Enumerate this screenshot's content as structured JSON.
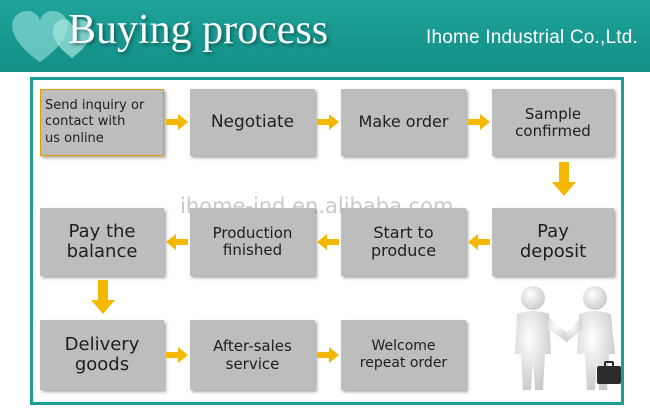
{
  "header": {
    "title": "Buying process",
    "company": "Ihome Industrial Co.,Ltd."
  },
  "watermark": "ihome-ind.en.alibaba.com",
  "steps": [
    {
      "label": "Send inquiry or\ncontact with\nus online"
    },
    {
      "label": "Negotiate"
    },
    {
      "label": "Make order"
    },
    {
      "label": "Sample\nconfirmed"
    },
    {
      "label": "Pay\ndeposit"
    },
    {
      "label": "Start to\nproduce"
    },
    {
      "label": "Production\nfinished"
    },
    {
      "label": "Pay the\nbalance"
    },
    {
      "label": "Delivery\ngoods"
    },
    {
      "label": "After-sales\nservice"
    },
    {
      "label": "Welcome\nrepeat order"
    }
  ],
  "colors": {
    "banner": "#1a9e96",
    "box": "#bdbdbd",
    "arrow": "#f5b800"
  },
  "icons": [
    "heart-icon",
    "handshake-icon"
  ]
}
